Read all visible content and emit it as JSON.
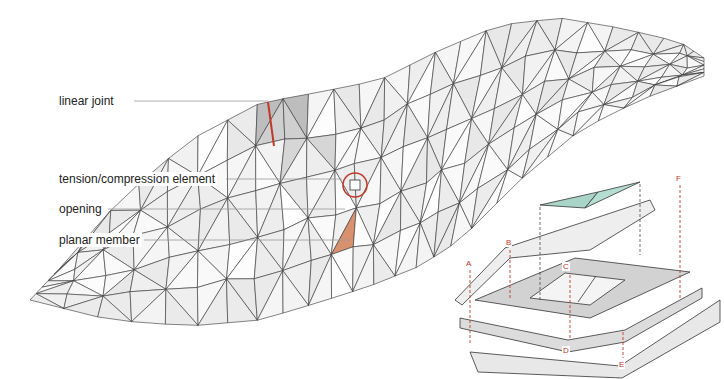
{
  "diagram": {
    "labels": [
      "linear joint",
      "tension/compression element",
      "opening",
      "planar member",
      "A",
      "B",
      "C",
      "D",
      "E",
      "F"
    ]
  }
}
